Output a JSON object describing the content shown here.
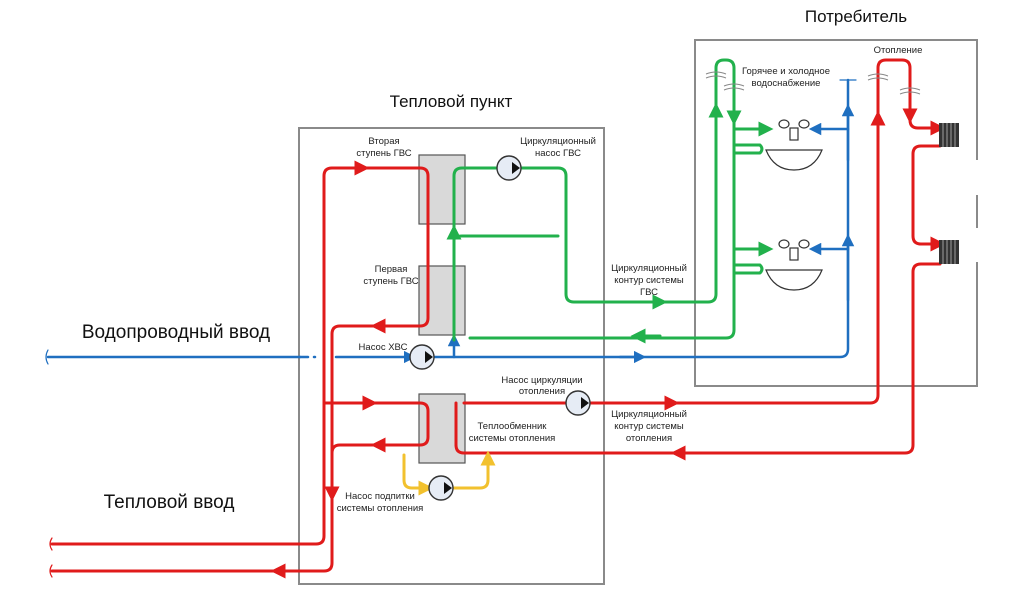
{
  "titles": {
    "heat_point": "Тепловой пункт",
    "consumer": "Потребитель"
  },
  "inputs": {
    "water_input": "Водопроводный ввод",
    "heat_input": "Тепловой ввод"
  },
  "labels": {
    "second_stage_line1": "Вторая",
    "second_stage_line2": "ступень ГВС",
    "first_stage_line1": "Первая",
    "first_stage_line2": "ступень ГВС",
    "dhw_pump_line1": "Циркуляционный",
    "dhw_pump_line2": "насос ГВС",
    "cold_pump": "Насос ХВС",
    "heating_pump_line1": "Насос циркуляции",
    "heating_pump_line2": "отопления",
    "heating_hx_line1": "Теплообменник",
    "heating_hx_line2": "системы отопления",
    "makeup_pump_line1": "Насос подпитки",
    "makeup_pump_line2": "системы отопления",
    "dhw_loop_line1": "Циркуляционный",
    "dhw_loop_line2": "контур системы",
    "dhw_loop_line3": "ГВС",
    "heating_loop_line1": "Циркуляционный",
    "heating_loop_line2": "контур системы",
    "heating_loop_line3": "отопления",
    "water_supply_line1": "Горячее и холодное",
    "water_supply_line2": "водоснабжение",
    "heating": "Отопление"
  },
  "colors": {
    "hot_water_heat": "#e01b1b",
    "dhw": "#22b14c",
    "cold_water": "#1f6fc0",
    "makeup": "#f2c12e",
    "frame": "#8a8a8a"
  }
}
